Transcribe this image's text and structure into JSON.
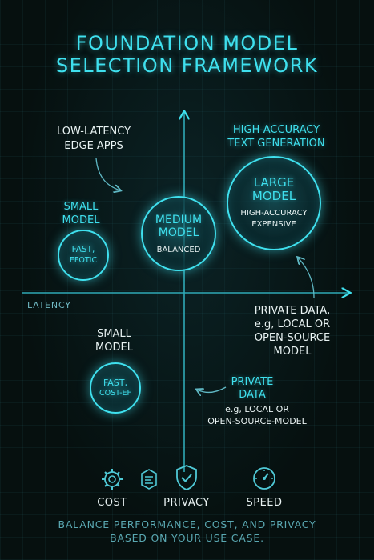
{
  "title": {
    "line1": "FOUNDATION MODEL",
    "line2": "SELECTION FRAMEWORK"
  },
  "annotations": {
    "low_latency": [
      "LOW-LATENCY",
      "EDGE APPS"
    ],
    "high_accuracy": [
      "HIGH-ACCURACY",
      "TEXT GENERATION"
    ],
    "small_model_top": [
      "SMALL",
      "MODEL"
    ],
    "latency_axis": "LATENCY",
    "private_data_right": [
      "PRIVATE DATA,",
      "e.g, LOCAL OR",
      "OPEN-SOURCE",
      "MODEL"
    ],
    "small_model_bottom": [
      "SMALL",
      "MODEL"
    ],
    "private_data_bottom": [
      "PRIVATE",
      "DATA"
    ],
    "private_data_bottom_sub": [
      "e.g, LOCAL OR",
      "OPEN-SOURCE-MODEL"
    ]
  },
  "circles": {
    "small_top": {
      "line1": "FAST,",
      "line2": "EFOTIC"
    },
    "medium": {
      "title1": "MEDIUM",
      "title2": "MODEL",
      "sub": "BALANCED"
    },
    "large": {
      "title1": "LARGE",
      "title2": "MODEL",
      "sub1": "HIGH-ACCURACY",
      "sub2": "EXPENSIVE"
    },
    "small_bottom": {
      "line1": "FAST,",
      "line2": "COST-EF"
    }
  },
  "icons": [
    {
      "icon": "cost-icon",
      "label": "COST"
    },
    {
      "icon": "stack-icon",
      "label": ""
    },
    {
      "icon": "shield-check-icon",
      "label": "PRIVACY"
    },
    {
      "icon": "speed-gauge-icon",
      "label": "SPEED"
    }
  ],
  "footer": {
    "line1": "BALANCE PERFORMANCE, COST, AND PRIVACY",
    "line2": "BASED ON YOUR USE CASE."
  },
  "colors": {
    "accent": "#3fe0ee",
    "background": "#06100f",
    "text": "#e9f3f3",
    "muted": "#5aa8b2"
  }
}
